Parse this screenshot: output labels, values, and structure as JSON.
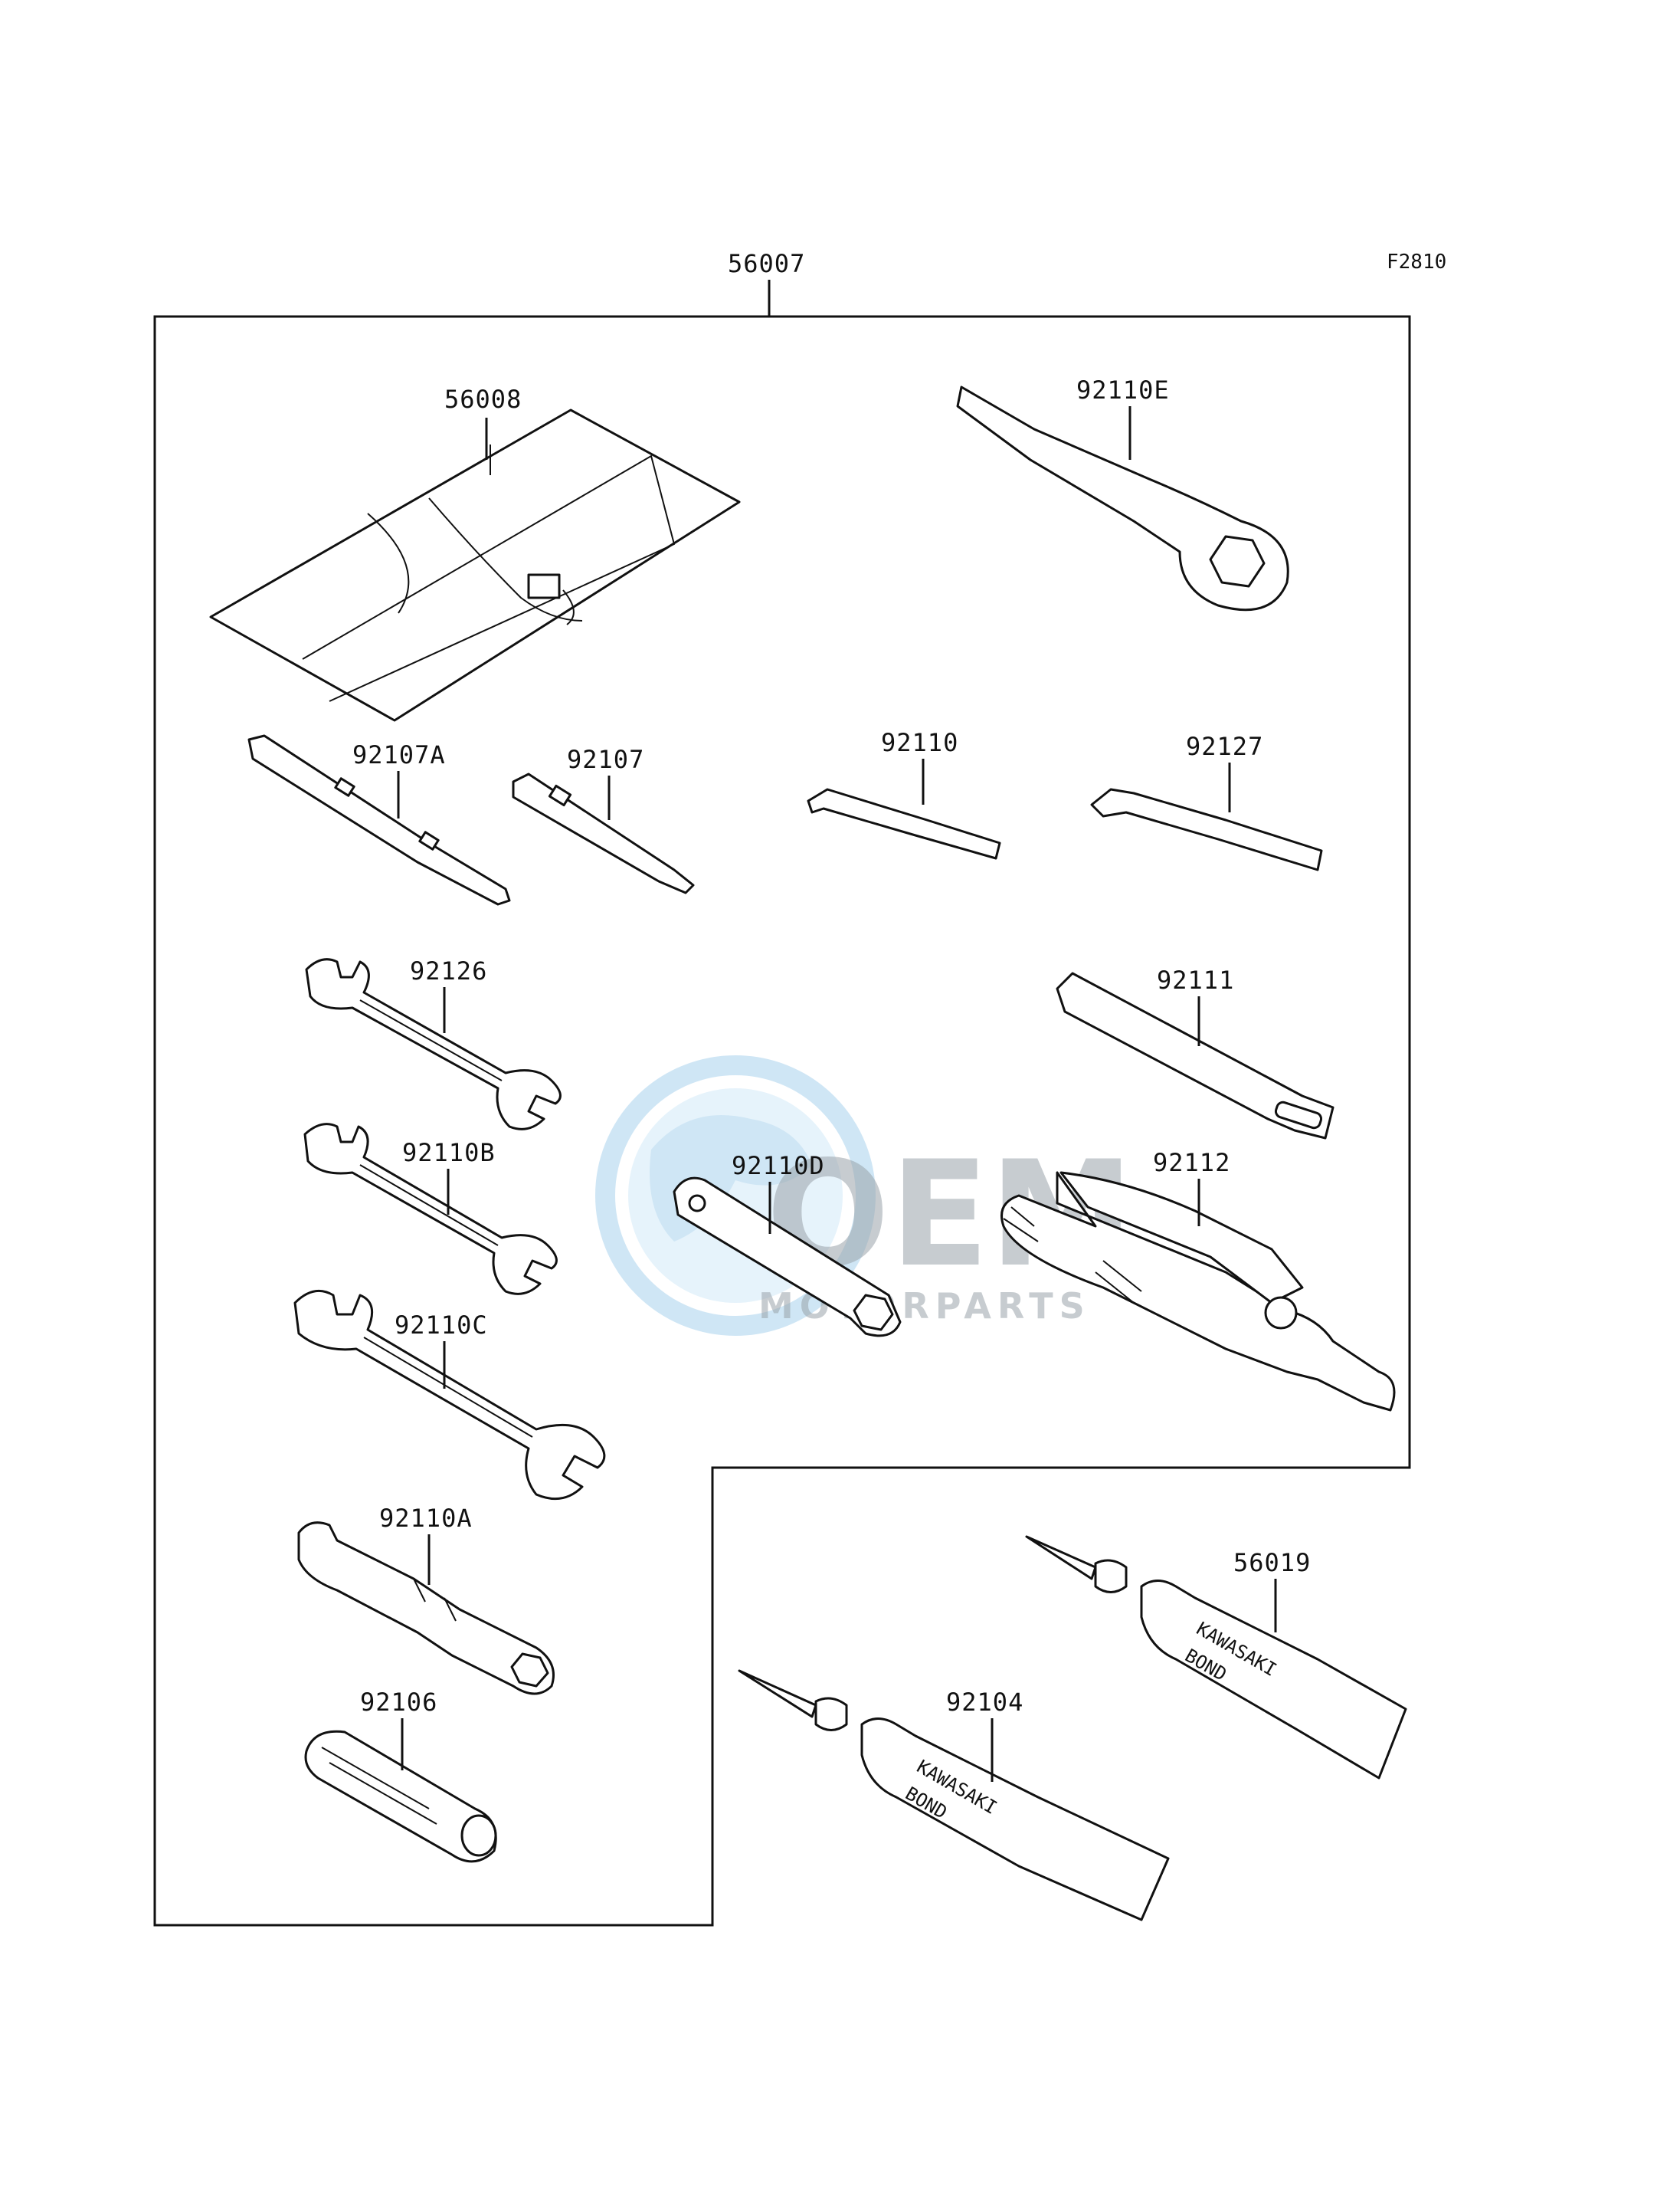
{
  "figure_code": "F2810",
  "kit_label": "56007",
  "watermark": {
    "brand": "OEM",
    "sub": "MOTORPARTS"
  },
  "tube_text": {
    "line1": "KAWASAKI",
    "line2": "BOND"
  },
  "parts": {
    "tool_bag": "56008",
    "ring_wrench": "92110E",
    "screwdriver_a": "92107A",
    "screwdriver": "92107",
    "hex_key_small": "92110",
    "hex_key": "92127",
    "open_wrench_1": "92126",
    "handle_bar": "92111",
    "open_wrench_2": "92110B",
    "plug_wrench": "92110D",
    "pliers": "92112",
    "open_wrench_3": "92110C",
    "box_wrench": "92110A",
    "grip": "92106",
    "bond_tube_1": "56019",
    "bond_tube_2": "92104"
  }
}
